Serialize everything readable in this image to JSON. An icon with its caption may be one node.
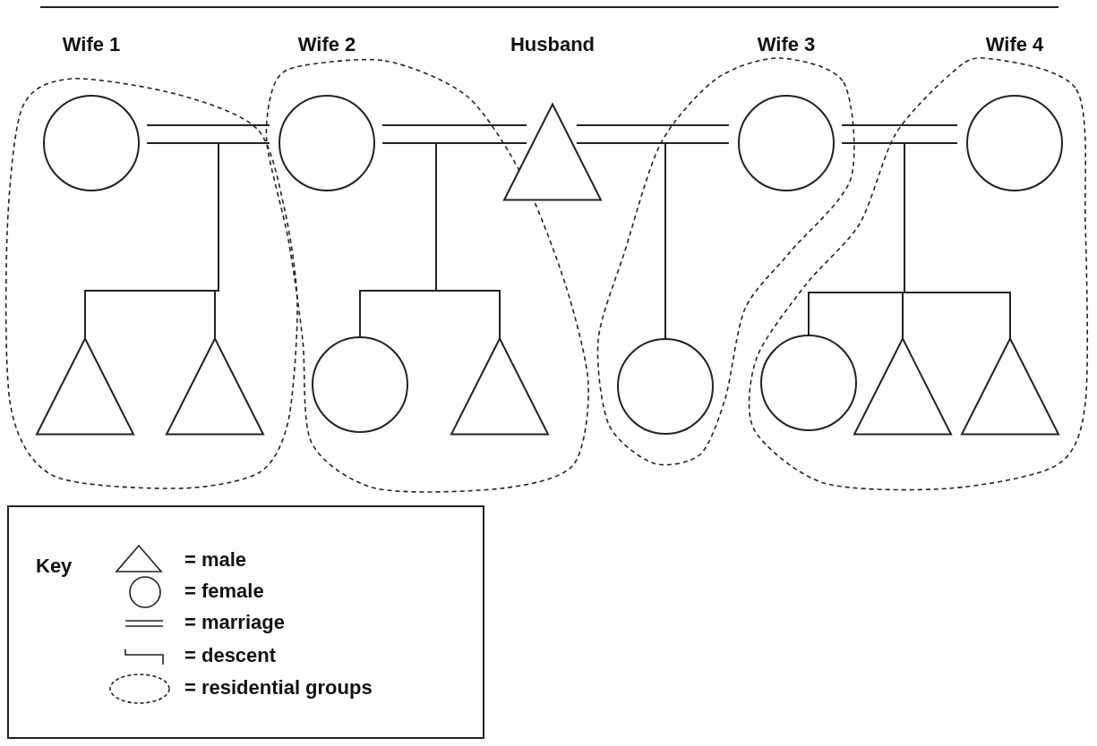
{
  "diagram": {
    "nodes": [
      {
        "text": [
          "Wife 1"
        ]
      },
      {
        "text": [
          "Wife 2"
        ]
      },
      {
        "text": [
          "Husband"
        ]
      },
      {
        "text": [
          "Wife 3"
        ]
      },
      {
        "text": [
          "Wife 4"
        ]
      },
      {
        "text": [],
        "shape": "triangle"
      },
      {
        "text": [],
        "shape": "triangle"
      },
      {
        "text": [],
        "shape": "circle"
      },
      {
        "text": [],
        "shape": "triangle"
      },
      {
        "text": [],
        "shape": "circle"
      },
      {
        "text": [],
        "shape": "circle"
      },
      {
        "text": [],
        "shape": "triangle"
      },
      {
        "text": [],
        "shape": "triangle"
      }
    ],
    "edges": [
      {
        "from": 0,
        "to": 1,
        "arrow": "none"
      },
      {
        "from": 1,
        "to": 2,
        "arrow": "none"
      },
      {
        "from": 2,
        "to": 3,
        "arrow": "none"
      },
      {
        "from": 3,
        "to": 4,
        "arrow": "none"
      },
      {
        "from": null,
        "to": 5,
        "arrow": "none"
      },
      {
        "from": null,
        "to": 6,
        "arrow": "none"
      },
      {
        "from": null,
        "to": 7,
        "arrow": "none"
      },
      {
        "from": null,
        "to": 8,
        "arrow": "none"
      },
      {
        "from": null,
        "to": 9,
        "arrow": "none"
      },
      {
        "from": null,
        "to": 10,
        "arrow": "none"
      },
      {
        "from": null,
        "to": 11,
        "arrow": "none"
      },
      {
        "from": null,
        "to": 12,
        "arrow": "none"
      }
    ],
    "labels": [
      "Key"
    ],
    "legend": [
      {
        "text": "= male"
      },
      {
        "text": "= female"
      },
      {
        "text": "= marriage"
      },
      {
        "text": "= descent"
      },
      {
        "text": "= residential groups"
      }
    ]
  }
}
